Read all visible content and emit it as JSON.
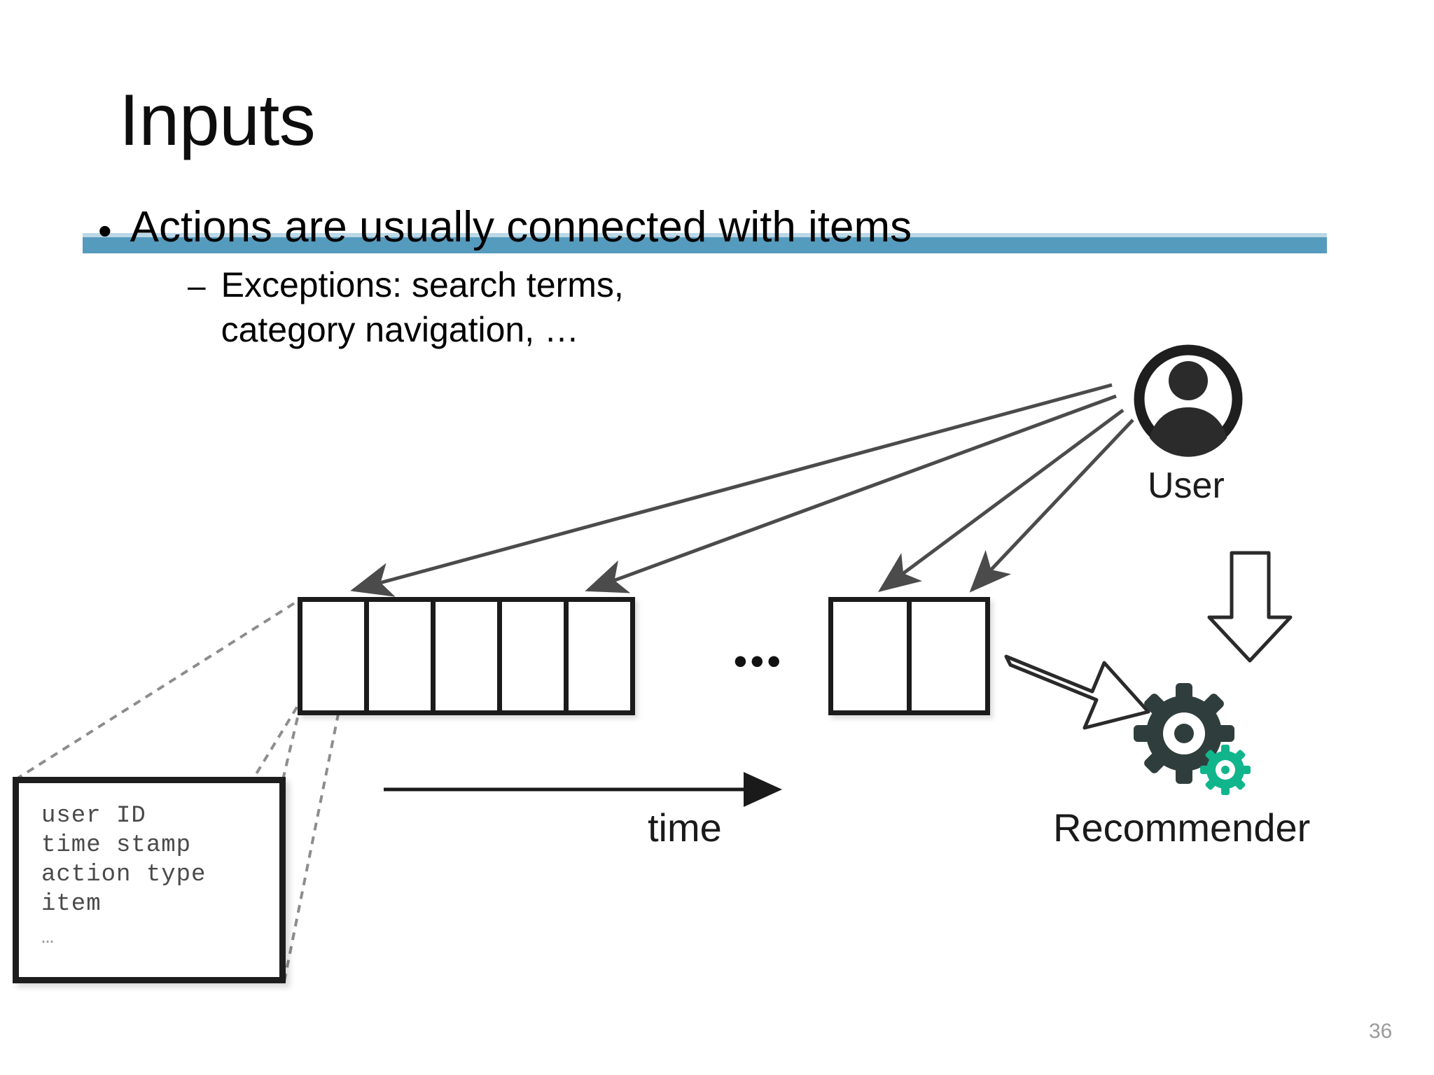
{
  "slide": {
    "title": "Inputs",
    "page_number": "36",
    "accent_color": "#559bbd"
  },
  "bullets": {
    "level1": {
      "marker": "•",
      "text": "Actions are usually connected with items"
    },
    "level2": {
      "marker": "–",
      "line1": "Exceptions: search terms,",
      "line2": "category navigation, …"
    }
  },
  "diagram": {
    "ellipsis": "•••",
    "time_axis_label": "time",
    "user_label": "User",
    "recommender_label": "Recommender",
    "session_a_cells": [
      "",
      "",
      "",
      "",
      ""
    ],
    "session_b_cells": [
      "",
      ""
    ],
    "schema_box": {
      "lines": [
        "user ID",
        "time stamp",
        "action type",
        "item"
      ],
      "more": "…"
    },
    "colors": {
      "gear_dark": "#2f3e3c",
      "gear_teal": "#11b58c",
      "stroke": "#1b1b1b",
      "arrow_grey": "#4b4b4b",
      "dashed": "#8d8d8d"
    }
  }
}
